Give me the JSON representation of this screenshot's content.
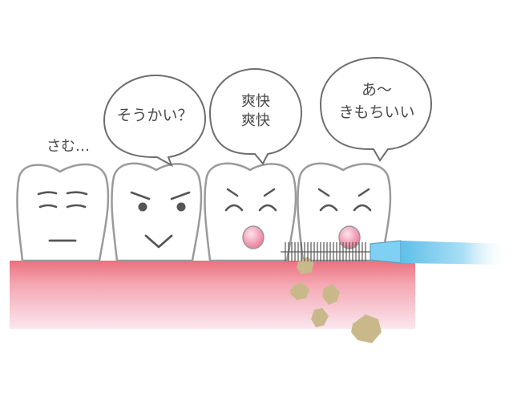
{
  "speech": {
    "tooth1": "さむ…",
    "tooth2": "そうかい？",
    "tooth3_line1": "爽快",
    "tooth3_line2": "爽快",
    "tooth4_line1": "あ～",
    "tooth4_line2": "きもちいい"
  },
  "colors": {
    "outline": "#9a9a9a",
    "gum_top": "#ec6f7e",
    "gum_bottom": "#fbe3ea",
    "plaque": "#c9b98a",
    "brush_handle": "#6ec8ee",
    "mouth": "#f08aa6"
  },
  "icons": [
    "tooth",
    "speech-bubble",
    "interdental-brush",
    "plaque-debris"
  ]
}
